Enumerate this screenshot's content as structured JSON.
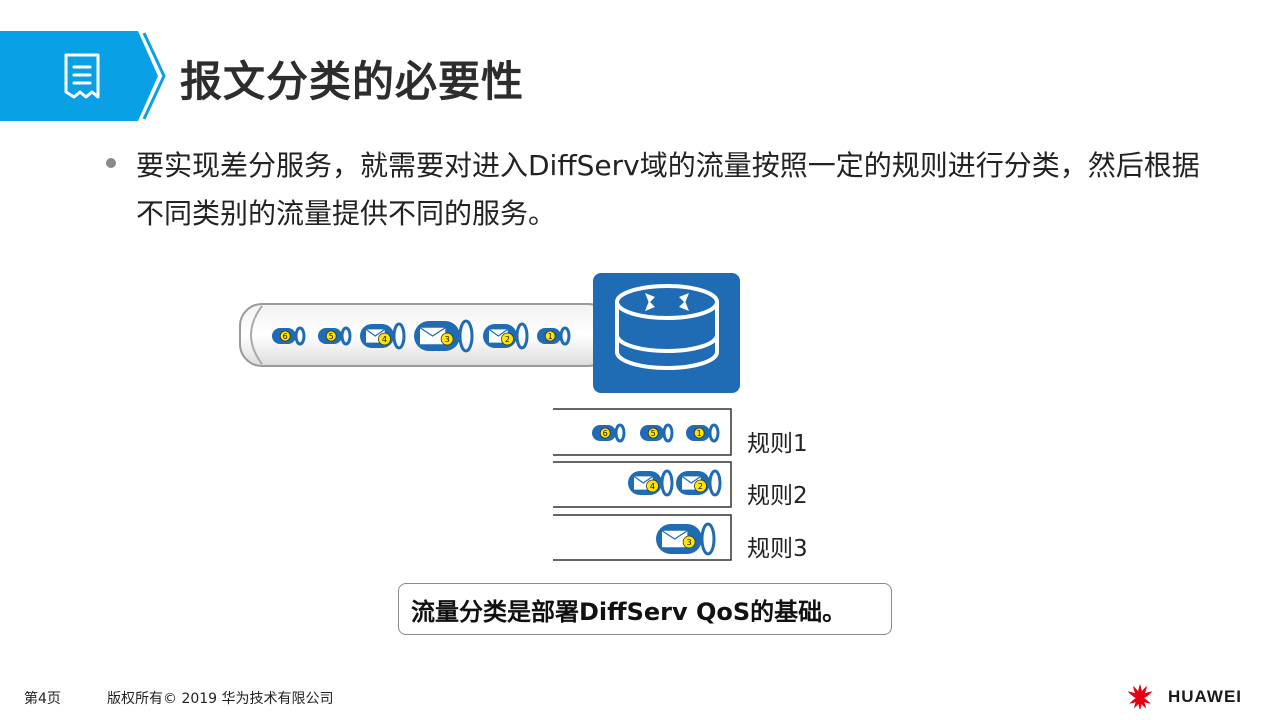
{
  "header": {
    "title": "报文分类的必要性",
    "icon": "document-icon",
    "accent_color": "#0aa0e6"
  },
  "bullet": {
    "text": "要实现差分服务，就需要对进入DiffServ域的流量按照一定的规则进行分类，然后根据不同类别的流量提供不同的服务。"
  },
  "diagram": {
    "router_icon": "router-icon",
    "router_color": "#1f6bb4",
    "pipe_packets": [
      "6",
      "5",
      "4",
      "3",
      "2",
      "1"
    ],
    "rules": [
      {
        "label": "规则1",
        "packets": [
          "6",
          "5",
          "1"
        ]
      },
      {
        "label": "规则2",
        "packets": [
          "4",
          "2"
        ]
      },
      {
        "label": "规则3",
        "packets": [
          "3"
        ]
      }
    ]
  },
  "conclusion": {
    "text": "流量分类是部署DiffServ QoS的基础。"
  },
  "footer": {
    "page": "第4页",
    "copyright": "版权所有© 2019 华为技术有限公司",
    "brand": "HUAWEI",
    "logo_color": "#e60012"
  }
}
